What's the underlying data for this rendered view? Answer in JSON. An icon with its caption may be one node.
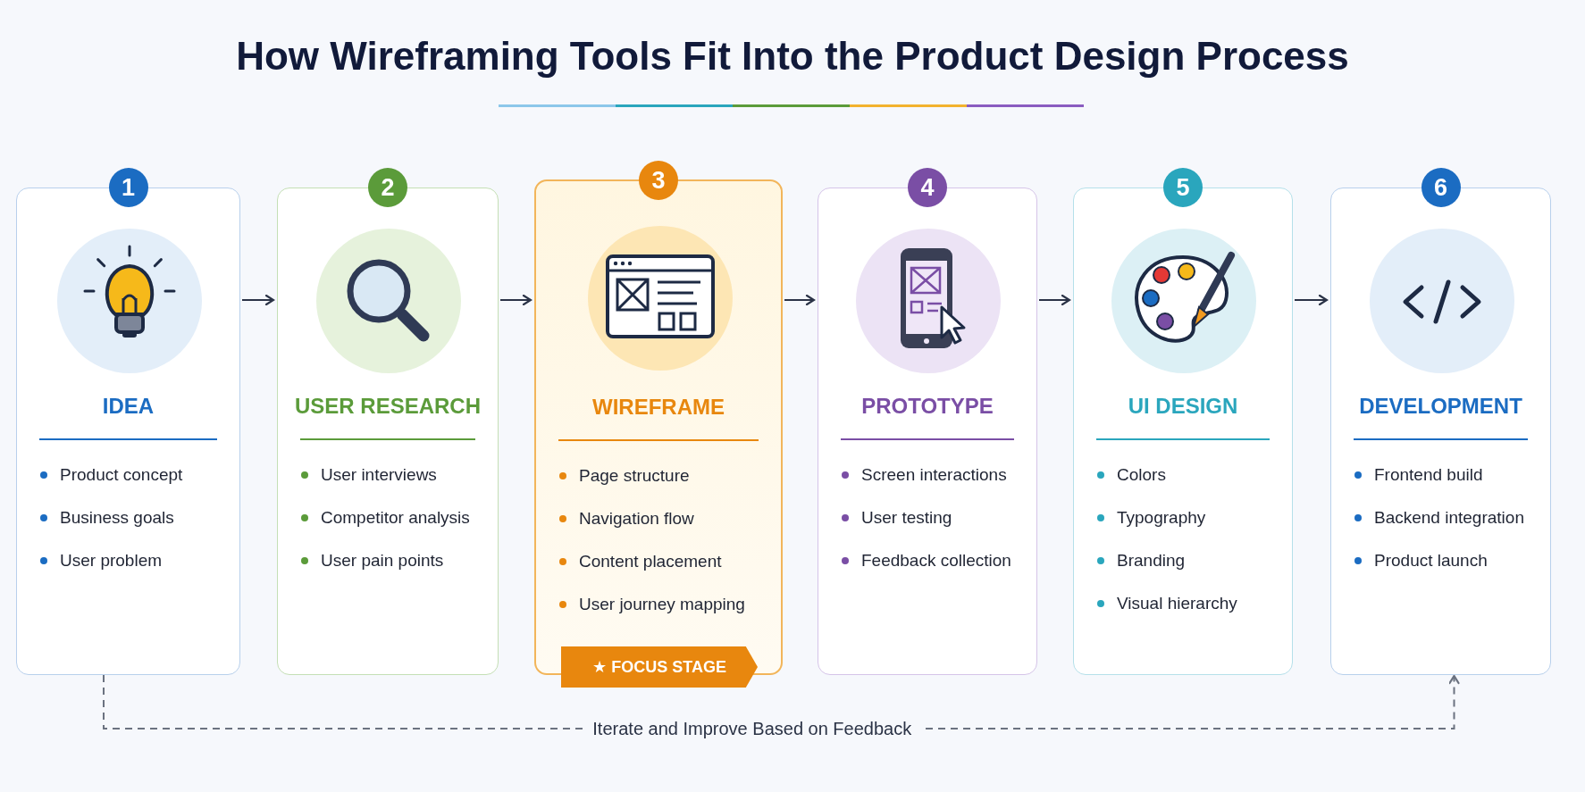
{
  "diagram": {
    "title": "How Wireframing Tools Fit Into the Product Design Process",
    "nodes": [
      {
        "text": [
          "1",
          "IDEA",
          "Product concept",
          "Business goals",
          "User problem"
        ]
      },
      {
        "text": [
          "2",
          "USER RESEARCH",
          "User interviews",
          "Competitor analysis",
          "User pain points"
        ]
      },
      {
        "text": [
          "3",
          "WIREFRAME",
          "Page structure",
          "Navigation flow",
          "Content placement",
          "User journey mapping"
        ]
      },
      {
        "text": [
          "4",
          "PROTOTYPE",
          "Screen interactions",
          "User testing",
          "Feedback collection"
        ]
      },
      {
        "text": [
          "5",
          "UI DESIGN",
          "Colors",
          "Typography",
          "Branding",
          "Visual hierarchy"
        ]
      },
      {
        "text": [
          "6",
          "DEVELOPMENT",
          "Frontend build",
          "Backend integration",
          "Product launch"
        ]
      }
    ],
    "edges": [
      {
        "from": 0,
        "to": 1,
        "arrow": "to"
      },
      {
        "from": 1,
        "to": 2,
        "arrow": "to"
      },
      {
        "from": 2,
        "to": 3,
        "arrow": "to"
      },
      {
        "from": 3,
        "to": 4,
        "arrow": "to"
      },
      {
        "from": 4,
        "to": 5,
        "arrow": "to"
      },
      {
        "from": 0,
        "to": 5,
        "arrow": "to",
        "label": "Iterate and Improve Based on Feedback",
        "style": "dashed",
        "color": "#6b7280"
      }
    ],
    "labels": [
      "★ FOCUS STAGE"
    ]
  }
}
